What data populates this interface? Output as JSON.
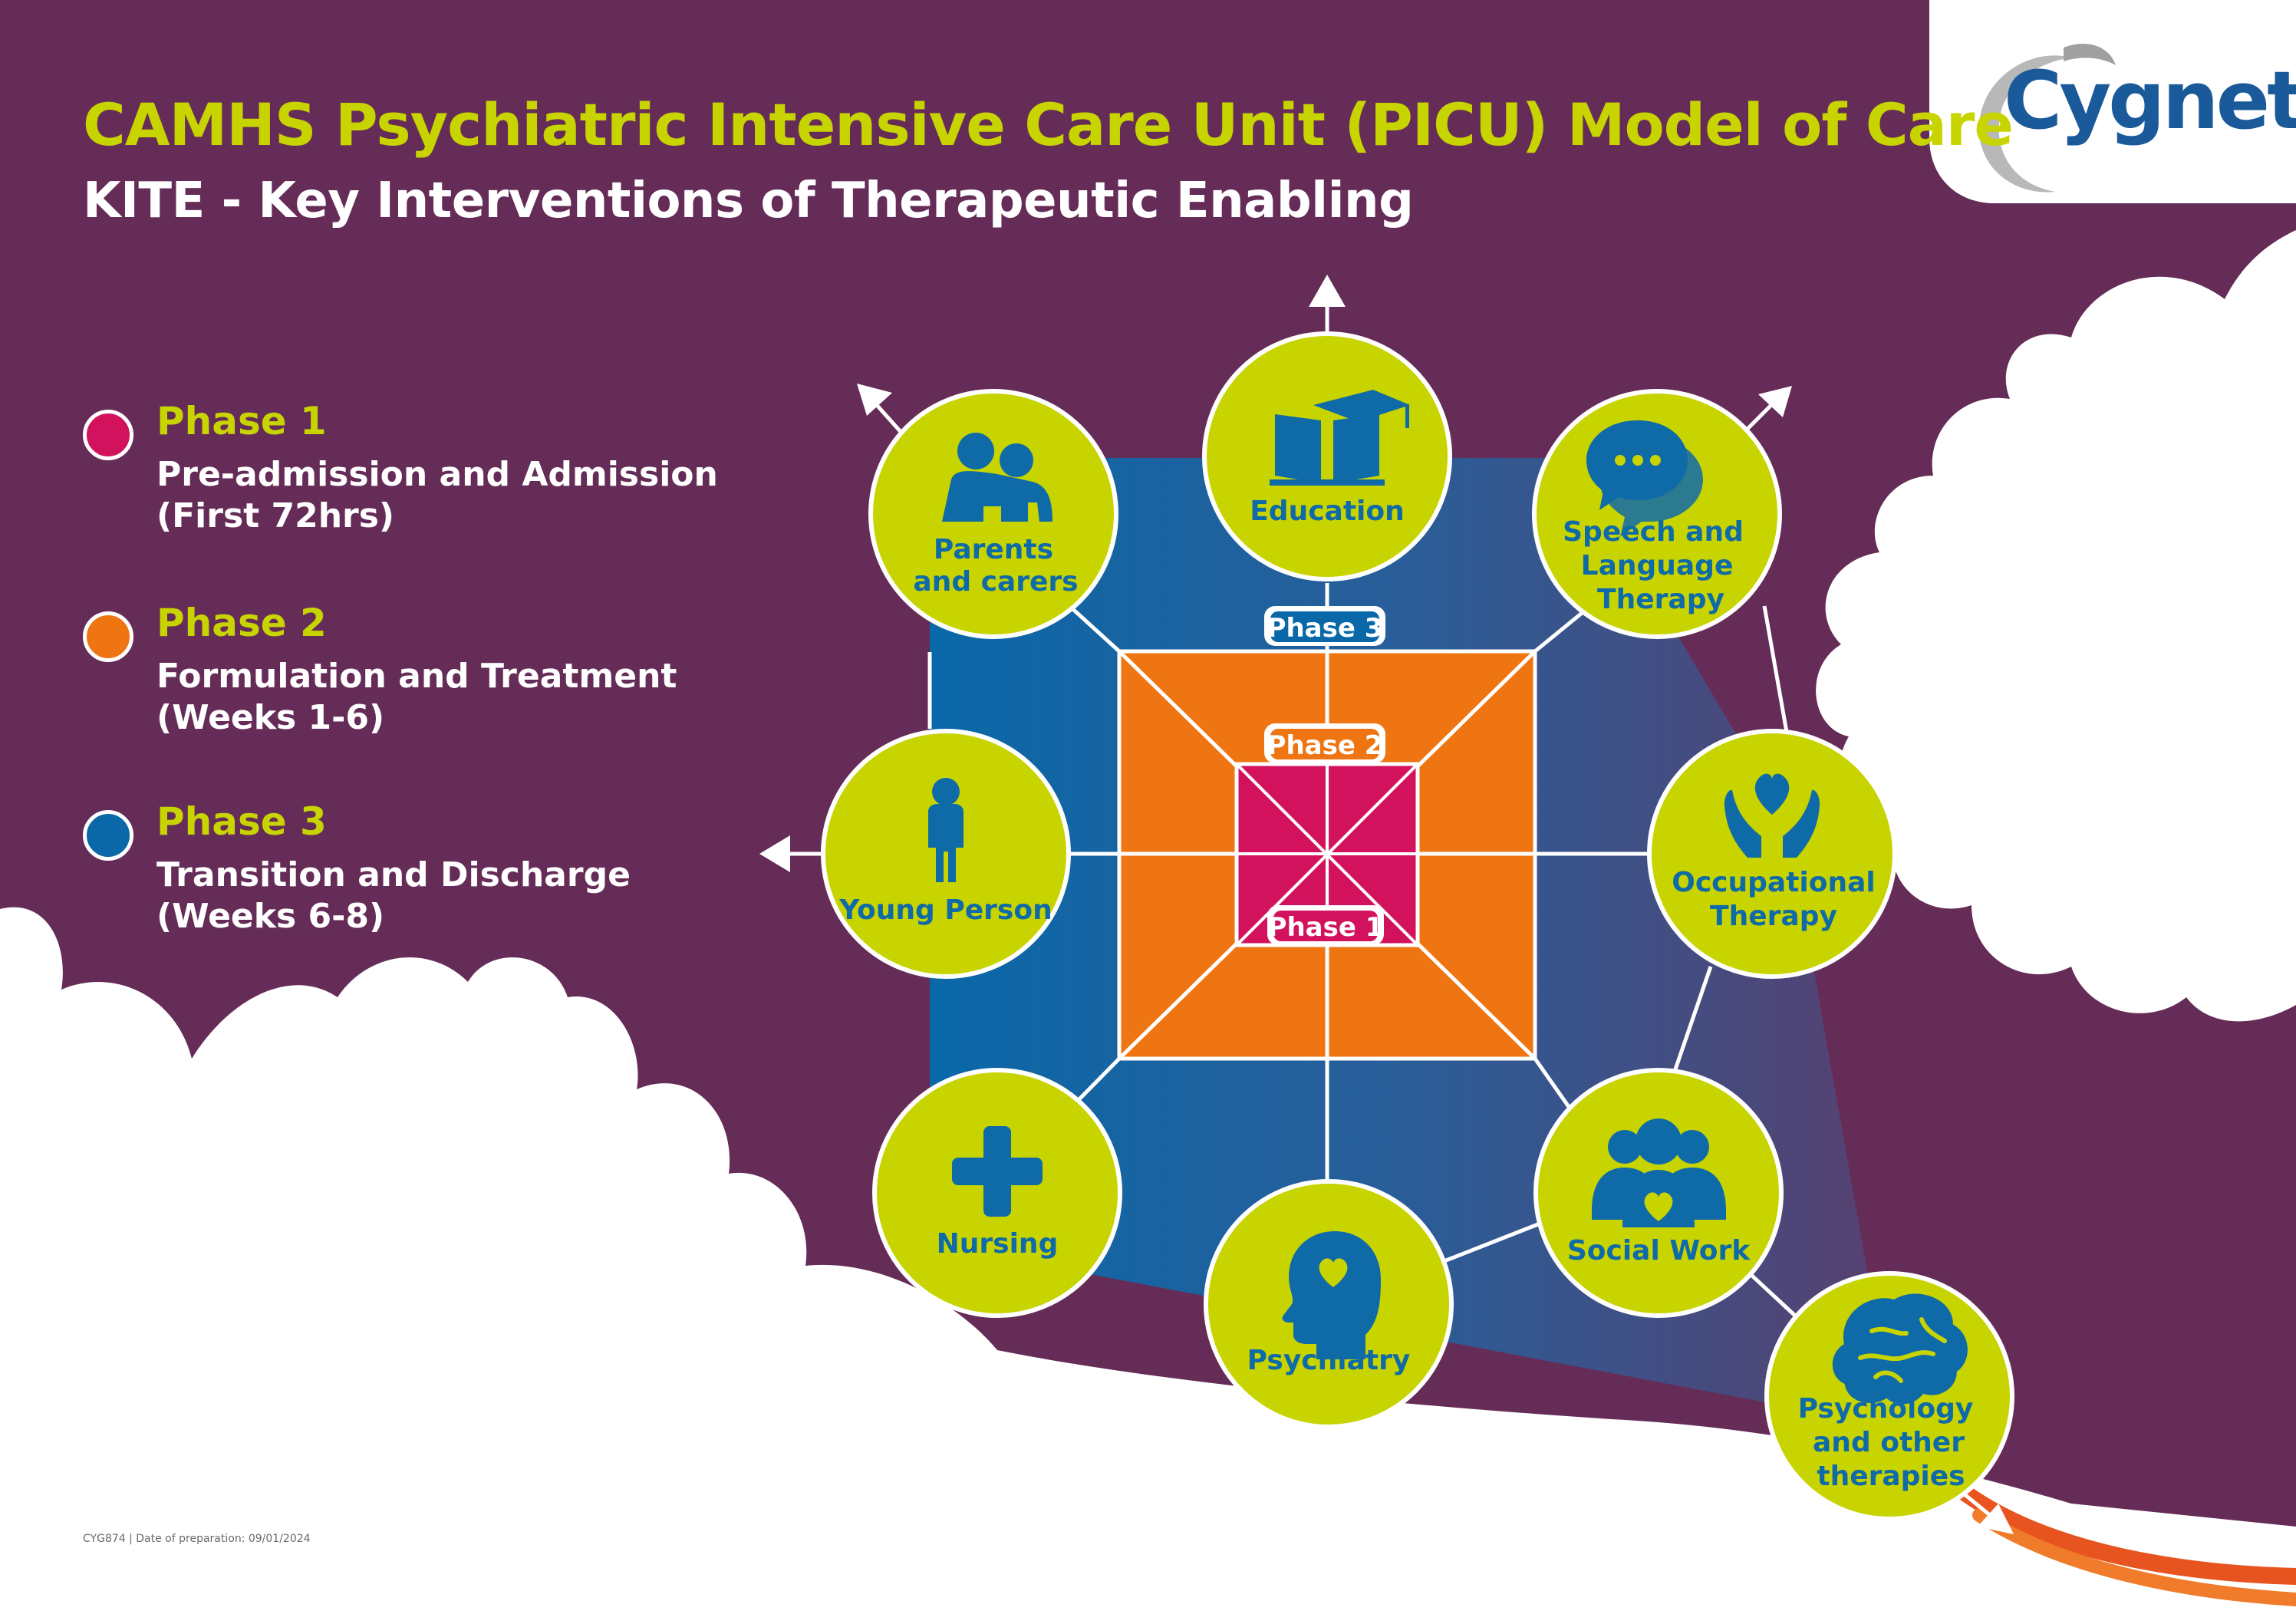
{
  "header": {
    "title": "CAMHS Psychiatric Intensive Care Unit (PICU) Model of Care",
    "subtitle": "KITE - Key Interventions of Therapeutic Enabling"
  },
  "logo": {
    "text": "Cygnet"
  },
  "legend": [
    {
      "title": "Phase 1",
      "line1": "Pre-admission and Admission",
      "line2": "(First 72hrs)",
      "color": "#d2125c"
    },
    {
      "title": "Phase 2",
      "line1": "Formulation and Treatment",
      "line2": "(Weeks 1-6)",
      "color": "#ee7512"
    },
    {
      "title": "Phase 3",
      "line1": "Transition and Discharge",
      "line2": "(Weeks 6-8)",
      "color": "#0a68a8"
    }
  ],
  "diagram": {
    "phase_labels": {
      "phase3": "Phase 3",
      "phase2": "Phase 2",
      "phase1": "Phase 1"
    },
    "nodes": {
      "parents": {
        "line1": "Parents",
        "line2": "and carers",
        "icon": "family-icon"
      },
      "education": {
        "line1": "Education",
        "icon": "book-graduation-cap-icon"
      },
      "speech": {
        "line1": "Speech and",
        "line2": "Language",
        "line3": "Therapy",
        "icon": "speech-bubbles-icon"
      },
      "young_person": {
        "line1": "Young Person",
        "icon": "person-icon"
      },
      "occupational": {
        "line1": "Occupational",
        "line2": "Therapy",
        "icon": "hands-heart-icon"
      },
      "nursing": {
        "line1": "Nursing",
        "icon": "plus-cross-icon"
      },
      "psychiatry": {
        "line1": "Psychiatry",
        "icon": "head-heart-icon"
      },
      "social_work": {
        "line1": "Social Work",
        "icon": "group-heart-icon"
      },
      "psychology": {
        "line1": "Psychology",
        "line2": "and other",
        "line3": "therapies",
        "icon": "brain-icon"
      }
    }
  },
  "footer": {
    "text": "CYG874 | Date of preparation: 09/01/2024"
  },
  "colors": {
    "background": "#652c58",
    "accent": "#c8d400",
    "node_text": "#0f6aa8",
    "phase1": "#d2125c",
    "phase2": "#ee7512",
    "phase3": "#0a68a8",
    "logo": "#1a5a9a"
  }
}
